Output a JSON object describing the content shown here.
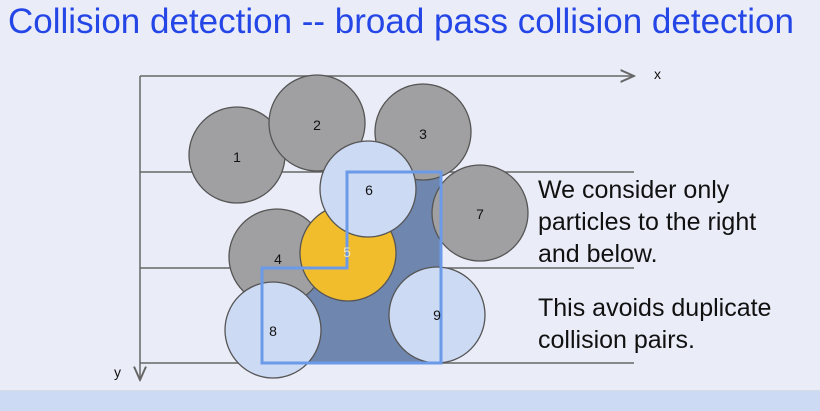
{
  "title": "Collision detection -- broad pass collision detection",
  "axes": {
    "x_label": "x",
    "y_label": "y"
  },
  "particles": [
    {
      "label": "1",
      "state": "other"
    },
    {
      "label": "2",
      "state": "other"
    },
    {
      "label": "3",
      "state": "other"
    },
    {
      "label": "4",
      "state": "other"
    },
    {
      "label": "7",
      "state": "other"
    },
    {
      "label": "5",
      "state": "current"
    },
    {
      "label": "9",
      "state": "candidate"
    },
    {
      "label": "8",
      "state": "candidate"
    },
    {
      "label": "6",
      "state": "candidate"
    }
  ],
  "colors": {
    "other": "#a0a0a2",
    "current": "#f2bd2c",
    "candidate": "#ccdaf4",
    "region": "#6f86ae",
    "outline": "#6a9ae8",
    "title": "#2446e6"
  },
  "text": {
    "line1": "We consider only",
    "line2": "particles to the right",
    "line3": "and below.",
    "line4": "This avoids duplicate",
    "line5": "collision pairs."
  }
}
